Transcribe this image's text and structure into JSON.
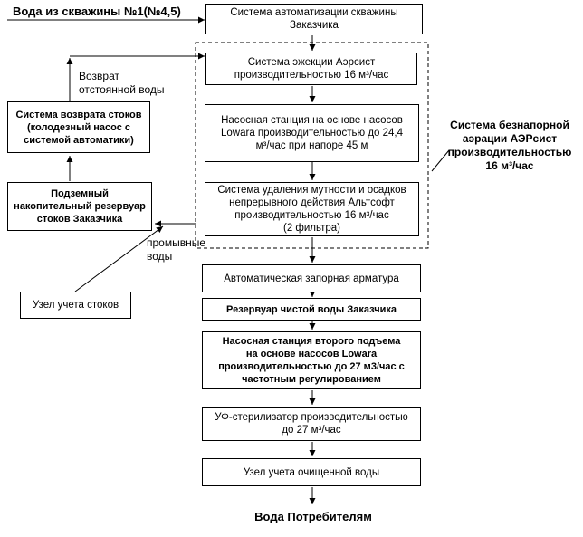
{
  "colors": {
    "line": "#000000",
    "background": "#ffffff",
    "text": "#000000"
  },
  "labels": {
    "source": "Вода из скважины №1(№4,5)",
    "return_water": "Возврат\nотстоянной воды",
    "wash_water": "промывные\nводы",
    "aeration_system": "Система безнапорной\nаэрации АЭРсист\nпроизводительностью\n16 м³/час",
    "output": "Вода Потребителям"
  },
  "nodes": {
    "automation": "Система автоматизации скважины\nЗаказчика",
    "ejection": "Система эжекции Аэрсист\nпроизводительностью 16 м³/час",
    "pump_station_1": "Насосная станция на основе насосов\nLowara производительностью до 24,4\nм³/час при напоре 45 м",
    "turbidity_removal": "Система удаления мутности и осадков\nнепрерывного действия Альтсофт\nпроизводительностью 16 м³/час\n(2 фильтра)",
    "shutoff_valve": "Автоматическая запорная арматура",
    "clean_water_tank": "Резервуар чистой воды Заказчика",
    "pump_station_2": "Насосная станция второго подъема\nна основе насосов Lowara\nпроизводительностью до 27 м3/час с\nчастотным регулированием",
    "uv_sterilizer": "УФ-стерилизатор производительностью\nдо 27 м³/час",
    "clean_water_meter": "Узел учета очищенной воды",
    "drain_return_system": "Система возврата стоков\n(колодезный насос с\nсистемой автоматики)",
    "drain_reservoir": "Подземный\nнакопительный резервуар\nстоков Заказчика",
    "drain_meter": "Узел учета стоков"
  }
}
